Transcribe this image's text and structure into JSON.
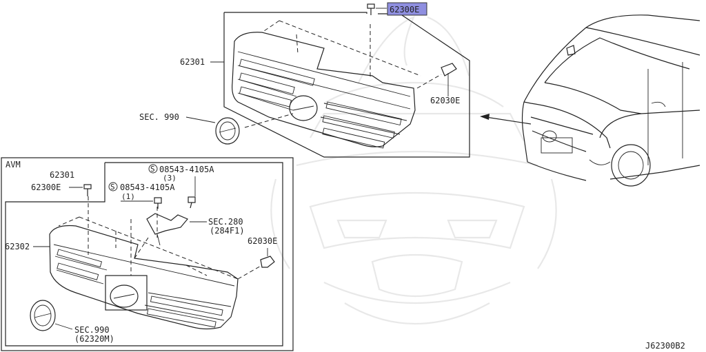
{
  "labels": {
    "top_clip": "62300E",
    "top_grille": "62301",
    "top_sec990": "SEC. 990",
    "top_bracket": "62030E",
    "avm_title": "AVM",
    "avm_grille_top": "62301",
    "avm_clip": "62300E",
    "avm_bolt_a_code": "08543-4105A",
    "avm_bolt_a_qty": "(3)",
    "avm_bolt_b_code": "08543-4105A",
    "avm_bolt_b_qty": "(1)",
    "avm_sec280": "SEC.280",
    "avm_sec280_ref": "(284F1)",
    "avm_bracket": "62030E",
    "avm_grille": "62302",
    "avm_sec990": "SEC.990",
    "avm_sec990_ref": "(62320M)",
    "s_symbol": "S",
    "diagram_code": "J62300B2"
  },
  "highlight_color": "#8f8fe0",
  "watermark_color": "#e6e6e6"
}
